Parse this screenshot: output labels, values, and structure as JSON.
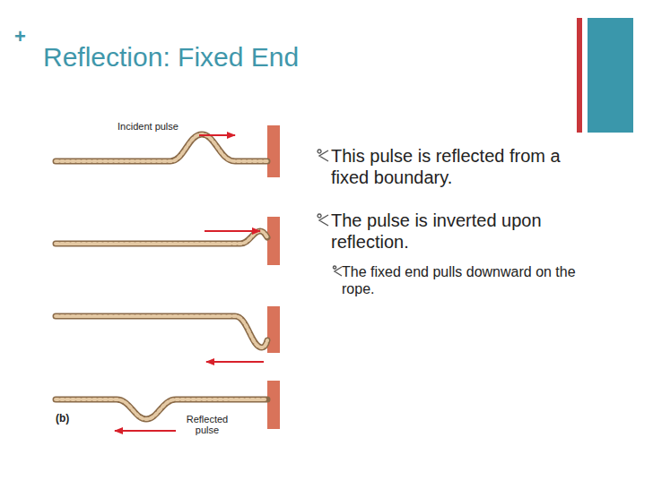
{
  "diagram": {
    "title": "Reflection: Fixed End",
    "labels": [
      "+",
      "Incident pulse",
      "(b)",
      "Reflected pulse",
      "This pulse is reflected from a fixed boundary.",
      "The pulse is inverted upon reflection.",
      "The fixed end pulls downward on the rope."
    ]
  }
}
